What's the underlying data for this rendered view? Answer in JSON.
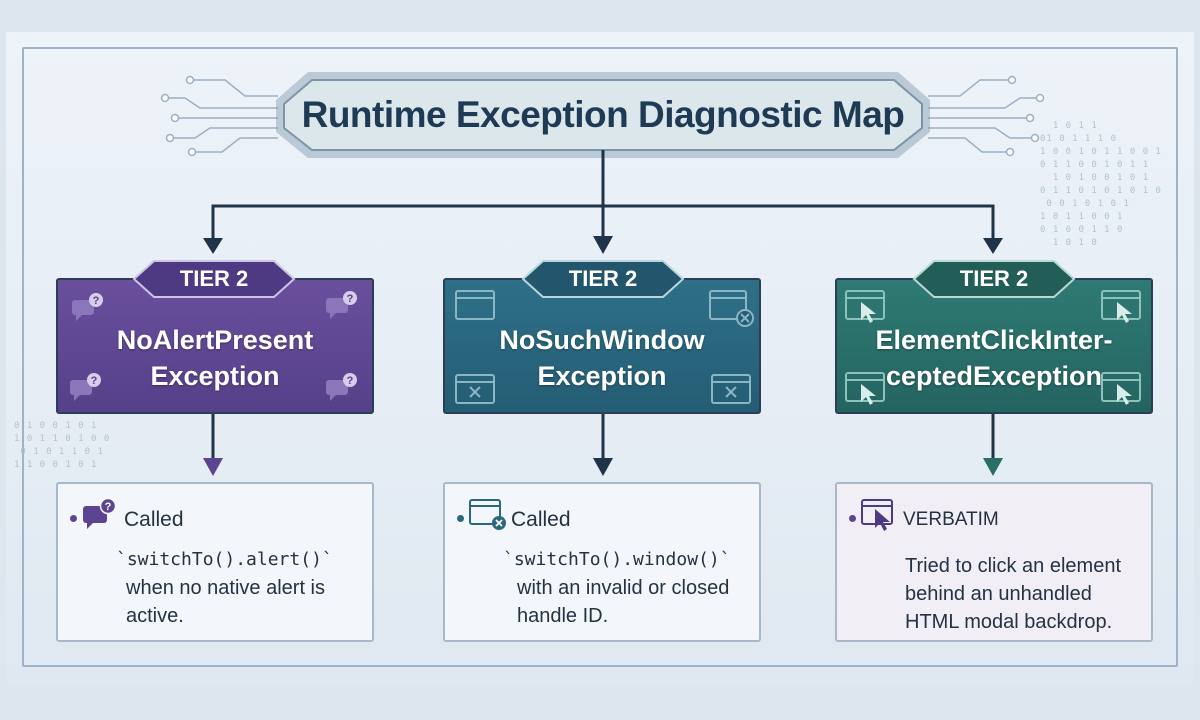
{
  "title": "Runtime Exception Diagnostic Map",
  "colors": {
    "purple": "#5c4491",
    "teal_blue": "#2a6880",
    "teal_green": "#2a6e68",
    "connector": "#1f3448"
  },
  "branches": [
    {
      "tier": "TIER 2",
      "name_line1": "NoAlertPresent",
      "name_line2": "Exception",
      "corner_icon": "chat-question-icon",
      "desc_icon": "chat-question-icon",
      "heading": "Called",
      "code": "`switchTo().alert()`",
      "text": "when no native alert is active."
    },
    {
      "tier": "TIER 2",
      "name_line1": "NoSuchWindow",
      "name_line2": "Exception",
      "corner_icon": "browser-window-close-icon",
      "desc_icon": "browser-window-close-icon",
      "heading": "Called",
      "code": "`switchTo().window()`",
      "text": "with an invalid or closed handle ID."
    },
    {
      "tier": "TIER 2",
      "name_line1": "ElementClickInter-",
      "name_line2": "ceptedException",
      "corner_icon": "cursor-window-icon",
      "desc_icon": "cursor-window-icon",
      "heading": "VERBATIM",
      "text": "Tried to click an element behind an unhandled HTML modal backdrop."
    }
  ]
}
